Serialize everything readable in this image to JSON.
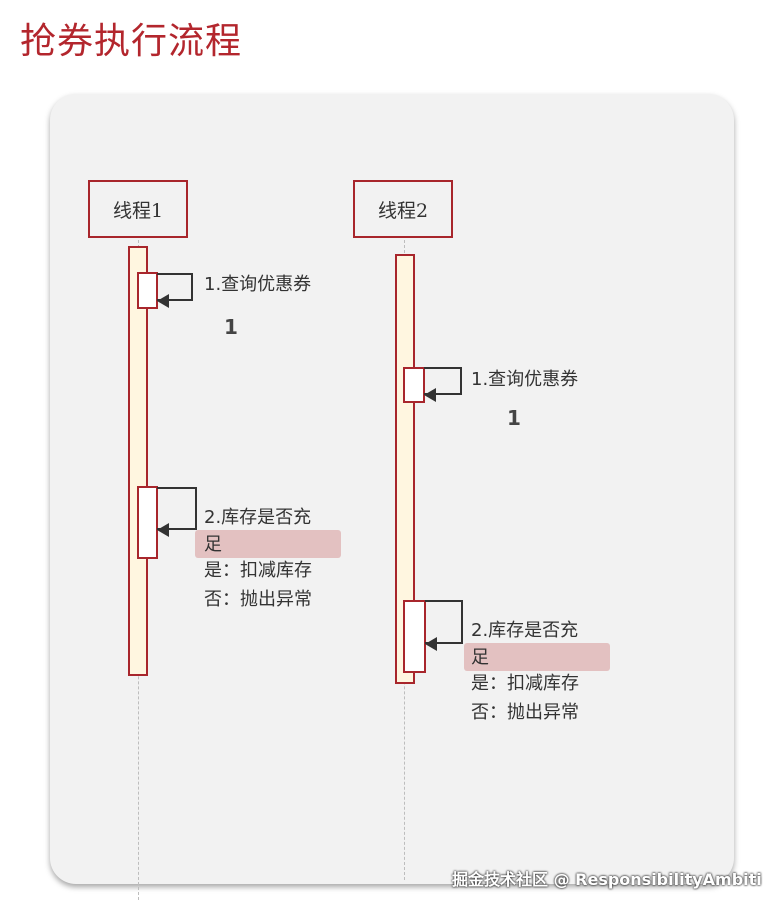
{
  "title": "抢券执行流程",
  "actors": [
    {
      "name": "线程1",
      "step1_label": "1.查询优惠券",
      "step1_result": "1",
      "step2_label": "2.库存是否充",
      "step2_label_wrap": "足",
      "step2_yes": "是：扣减库存",
      "step2_no": "否：抛出异常"
    },
    {
      "name": "线程2",
      "step1_label": "1.查询优惠券",
      "step1_result": "1",
      "step2_label": "2.库存是否充",
      "step2_label_wrap": "足",
      "step2_yes": "是：扣减库存",
      "step2_no": "否：抛出异常"
    }
  ],
  "watermark": "掘金技术社区 @ ResponsibilityAmbiti",
  "colors": {
    "accent": "#b3262d",
    "activation_fill": "#fff6e0",
    "highlight": "#e3c1c1",
    "panel": "#f2f2f2"
  }
}
